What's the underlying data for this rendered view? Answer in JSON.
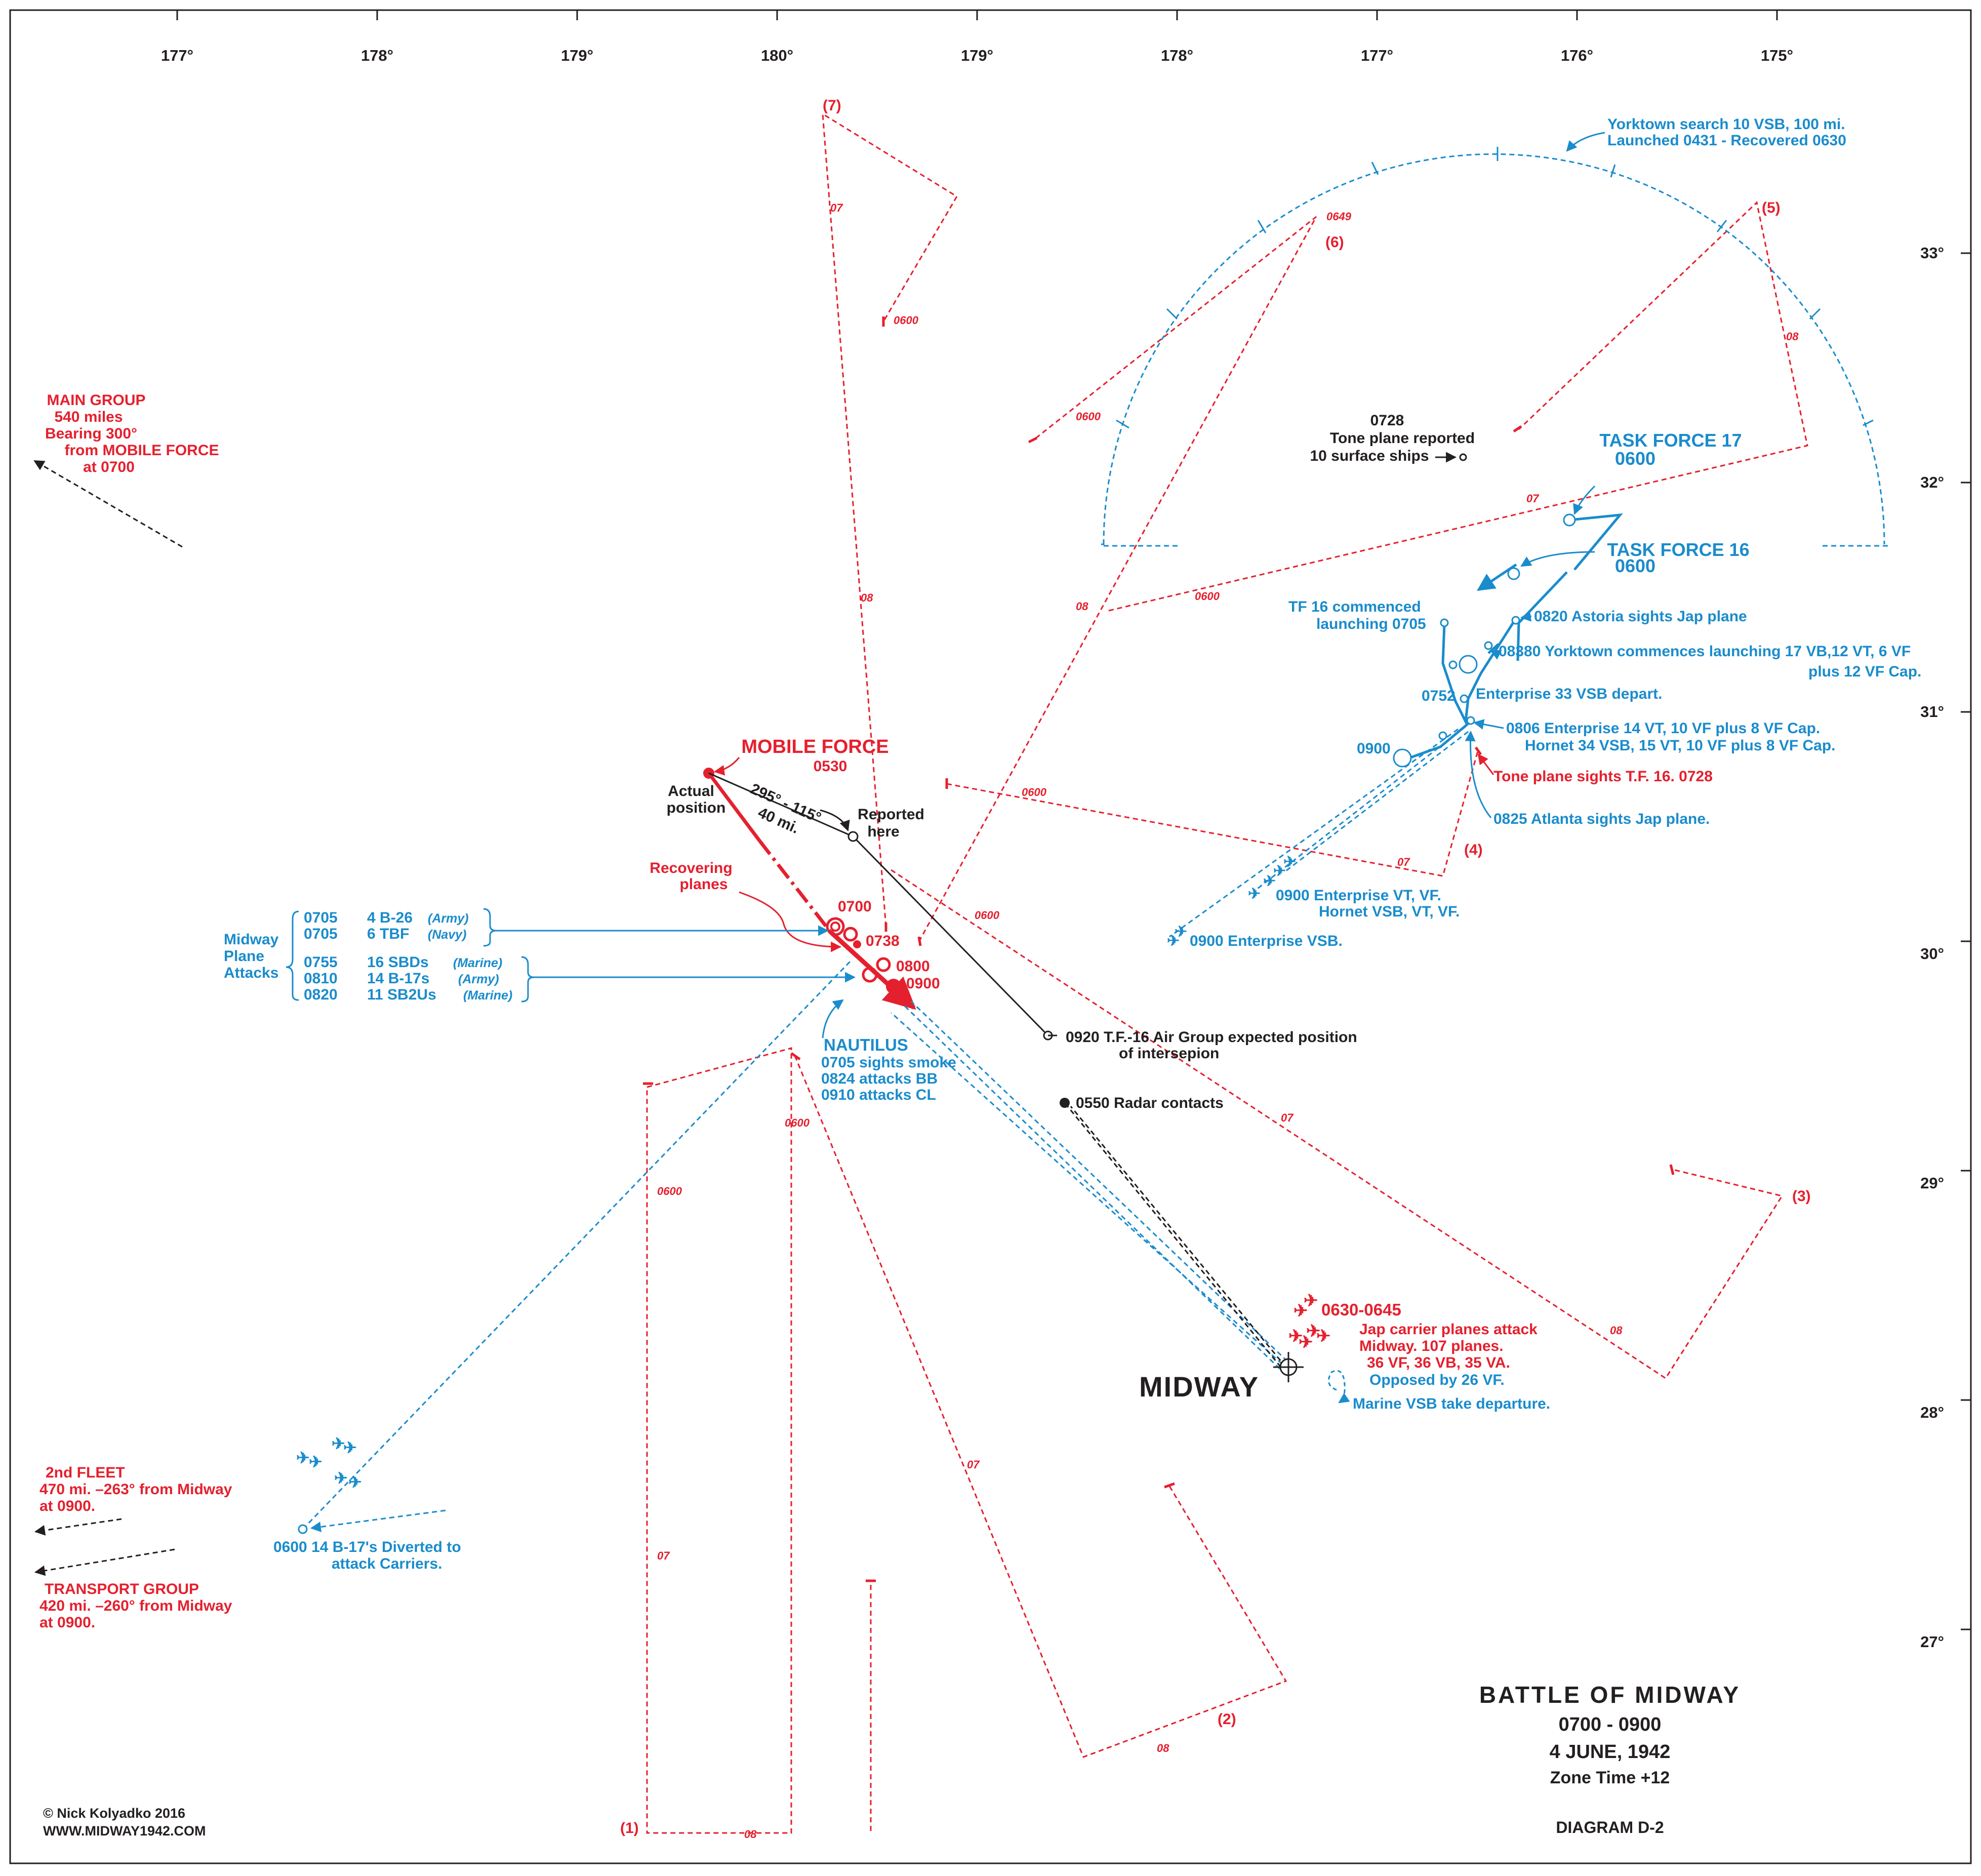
{
  "longitudes": [
    "177°",
    "178°",
    "179°",
    "180°",
    "179°",
    "178°",
    "177°",
    "176°",
    "175°"
  ],
  "latitudes": [
    "33°",
    "32°",
    "31°",
    "30°",
    "29°",
    "28°",
    "27°"
  ],
  "title": {
    "main": "BATTLE OF MIDWAY",
    "time": "0700 - 0900",
    "date": "4  JUNE,  1942",
    "zone": "Zone Time +12",
    "diagram": "DIAGRAM  D-2"
  },
  "credits": {
    "copyright": "© Nick Kolyadko 2016",
    "site": "WWW.MIDWAY1942.COM"
  },
  "midway": "MIDWAY",
  "japanese": {
    "main_group": [
      "MAIN GROUP",
      "540 miles",
      "Bearing 300°",
      "from MOBILE FORCE",
      "at 0700"
    ],
    "second_fleet": [
      "2nd  FLEET",
      "470 mi. –263° from Midway",
      "at 0900."
    ],
    "transport_group": [
      "TRANSPORT  GROUP",
      "420 mi. –260° from Midway",
      "at 0900."
    ],
    "mobile_force": "MOBILE FORCE",
    "mobile_force_time": "0530",
    "actual_position": [
      "Actual",
      "position"
    ],
    "reported_here": [
      "Reported",
      "here"
    ],
    "bearing": "295° - 115°",
    "distance": "40 mi.",
    "recovering_planes": [
      "Recovering",
      "planes"
    ],
    "times": {
      "t0700": "0700",
      "t0738": "0738",
      "t0800": "0800",
      "t0900": "0900"
    },
    "attack": [
      "0630-0645",
      "Jap carrier planes attack",
      "Midway. 107 planes.",
      "36 VF, 36 VB, 35 VA."
    ],
    "tone_sights": "Tone plane sights T.F. 16. 0728",
    "tone_reported": [
      "0728",
      "Tone plane reported",
      "10 surface ships"
    ]
  },
  "search_routes": {
    "numbers": [
      "(1)",
      "(2)",
      "(3)",
      "(4)",
      "(5)",
      "(6)",
      "(7)"
    ],
    "times": {
      "t0600": "0600",
      "t07": "07",
      "t08": "08",
      "t0649": "0649"
    }
  },
  "us": {
    "yorktown_search": [
      "Yorktown search 10 VSB, 100 mi.",
      "Launched  0431 - Recovered 0630"
    ],
    "tf17": "TASK  FORCE 17",
    "tf17_time": "0600",
    "tf16": "TASK  FORCE 16",
    "tf16_time": "0600",
    "tf16_launch": [
      "TF 16 commenced",
      "launching 0705"
    ],
    "astoria": "0820 Astoria sights Jap plane",
    "yorktown_launch": [
      "08380 Yorktown commences launching 17 VB,12 VT, 6 VF",
      "plus 12 VF Cap."
    ],
    "t0752": "0752",
    "enterprise_vsb": "Enterprise 33 VSB depart.",
    "t0806": [
      "0806 Enterprise 14 VT, 10 VF plus 8 VF Cap.",
      "Hornet 34 VSB, 15 VT, 10 VF plus 8 VF Cap."
    ],
    "t0900": "0900",
    "atlanta": "0825 Atlanta sights Jap plane.",
    "ent_vt": [
      "0900 Enterprise VT, VF.",
      "Hornet VSB, VT, VF."
    ],
    "ent_vsb": "0900 Enterprise VSB.",
    "midway_attacks_title": [
      "Midway",
      "Plane",
      "Attacks"
    ],
    "attacks": [
      {
        "time": "0705",
        "unit": "4 B-26",
        "service": "(Army)"
      },
      {
        "time": "0705",
        "unit": "6 TBF",
        "service": "(Navy)"
      },
      {
        "time": "0755",
        "unit": "16 SBDs",
        "service": "(Marine)"
      },
      {
        "time": "0810",
        "unit": "14 B-17s",
        "service": "(Army)"
      },
      {
        "time": "0820",
        "unit": "11 SB2Us",
        "service": "(Marine)"
      }
    ],
    "nautilus": [
      "NAUTILUS",
      "0705 sights smoke",
      "0824 attacks BB",
      "0910 attacks CL"
    ],
    "tf16_expected": [
      "0920 T.F.-16 Air Group expected position",
      "of intersepion"
    ],
    "radar": "0550 Radar contacts",
    "opposed": "Opposed by 26 VF.",
    "marine_vsb": "Marine VSB take departure.",
    "b17_diverted": [
      "0600 14 B-17's Diverted to",
      "attack Carriers."
    ]
  },
  "colors": {
    "japanese": "#e5202e",
    "us": "#1a8ccc",
    "neutral": "#231f20"
  }
}
